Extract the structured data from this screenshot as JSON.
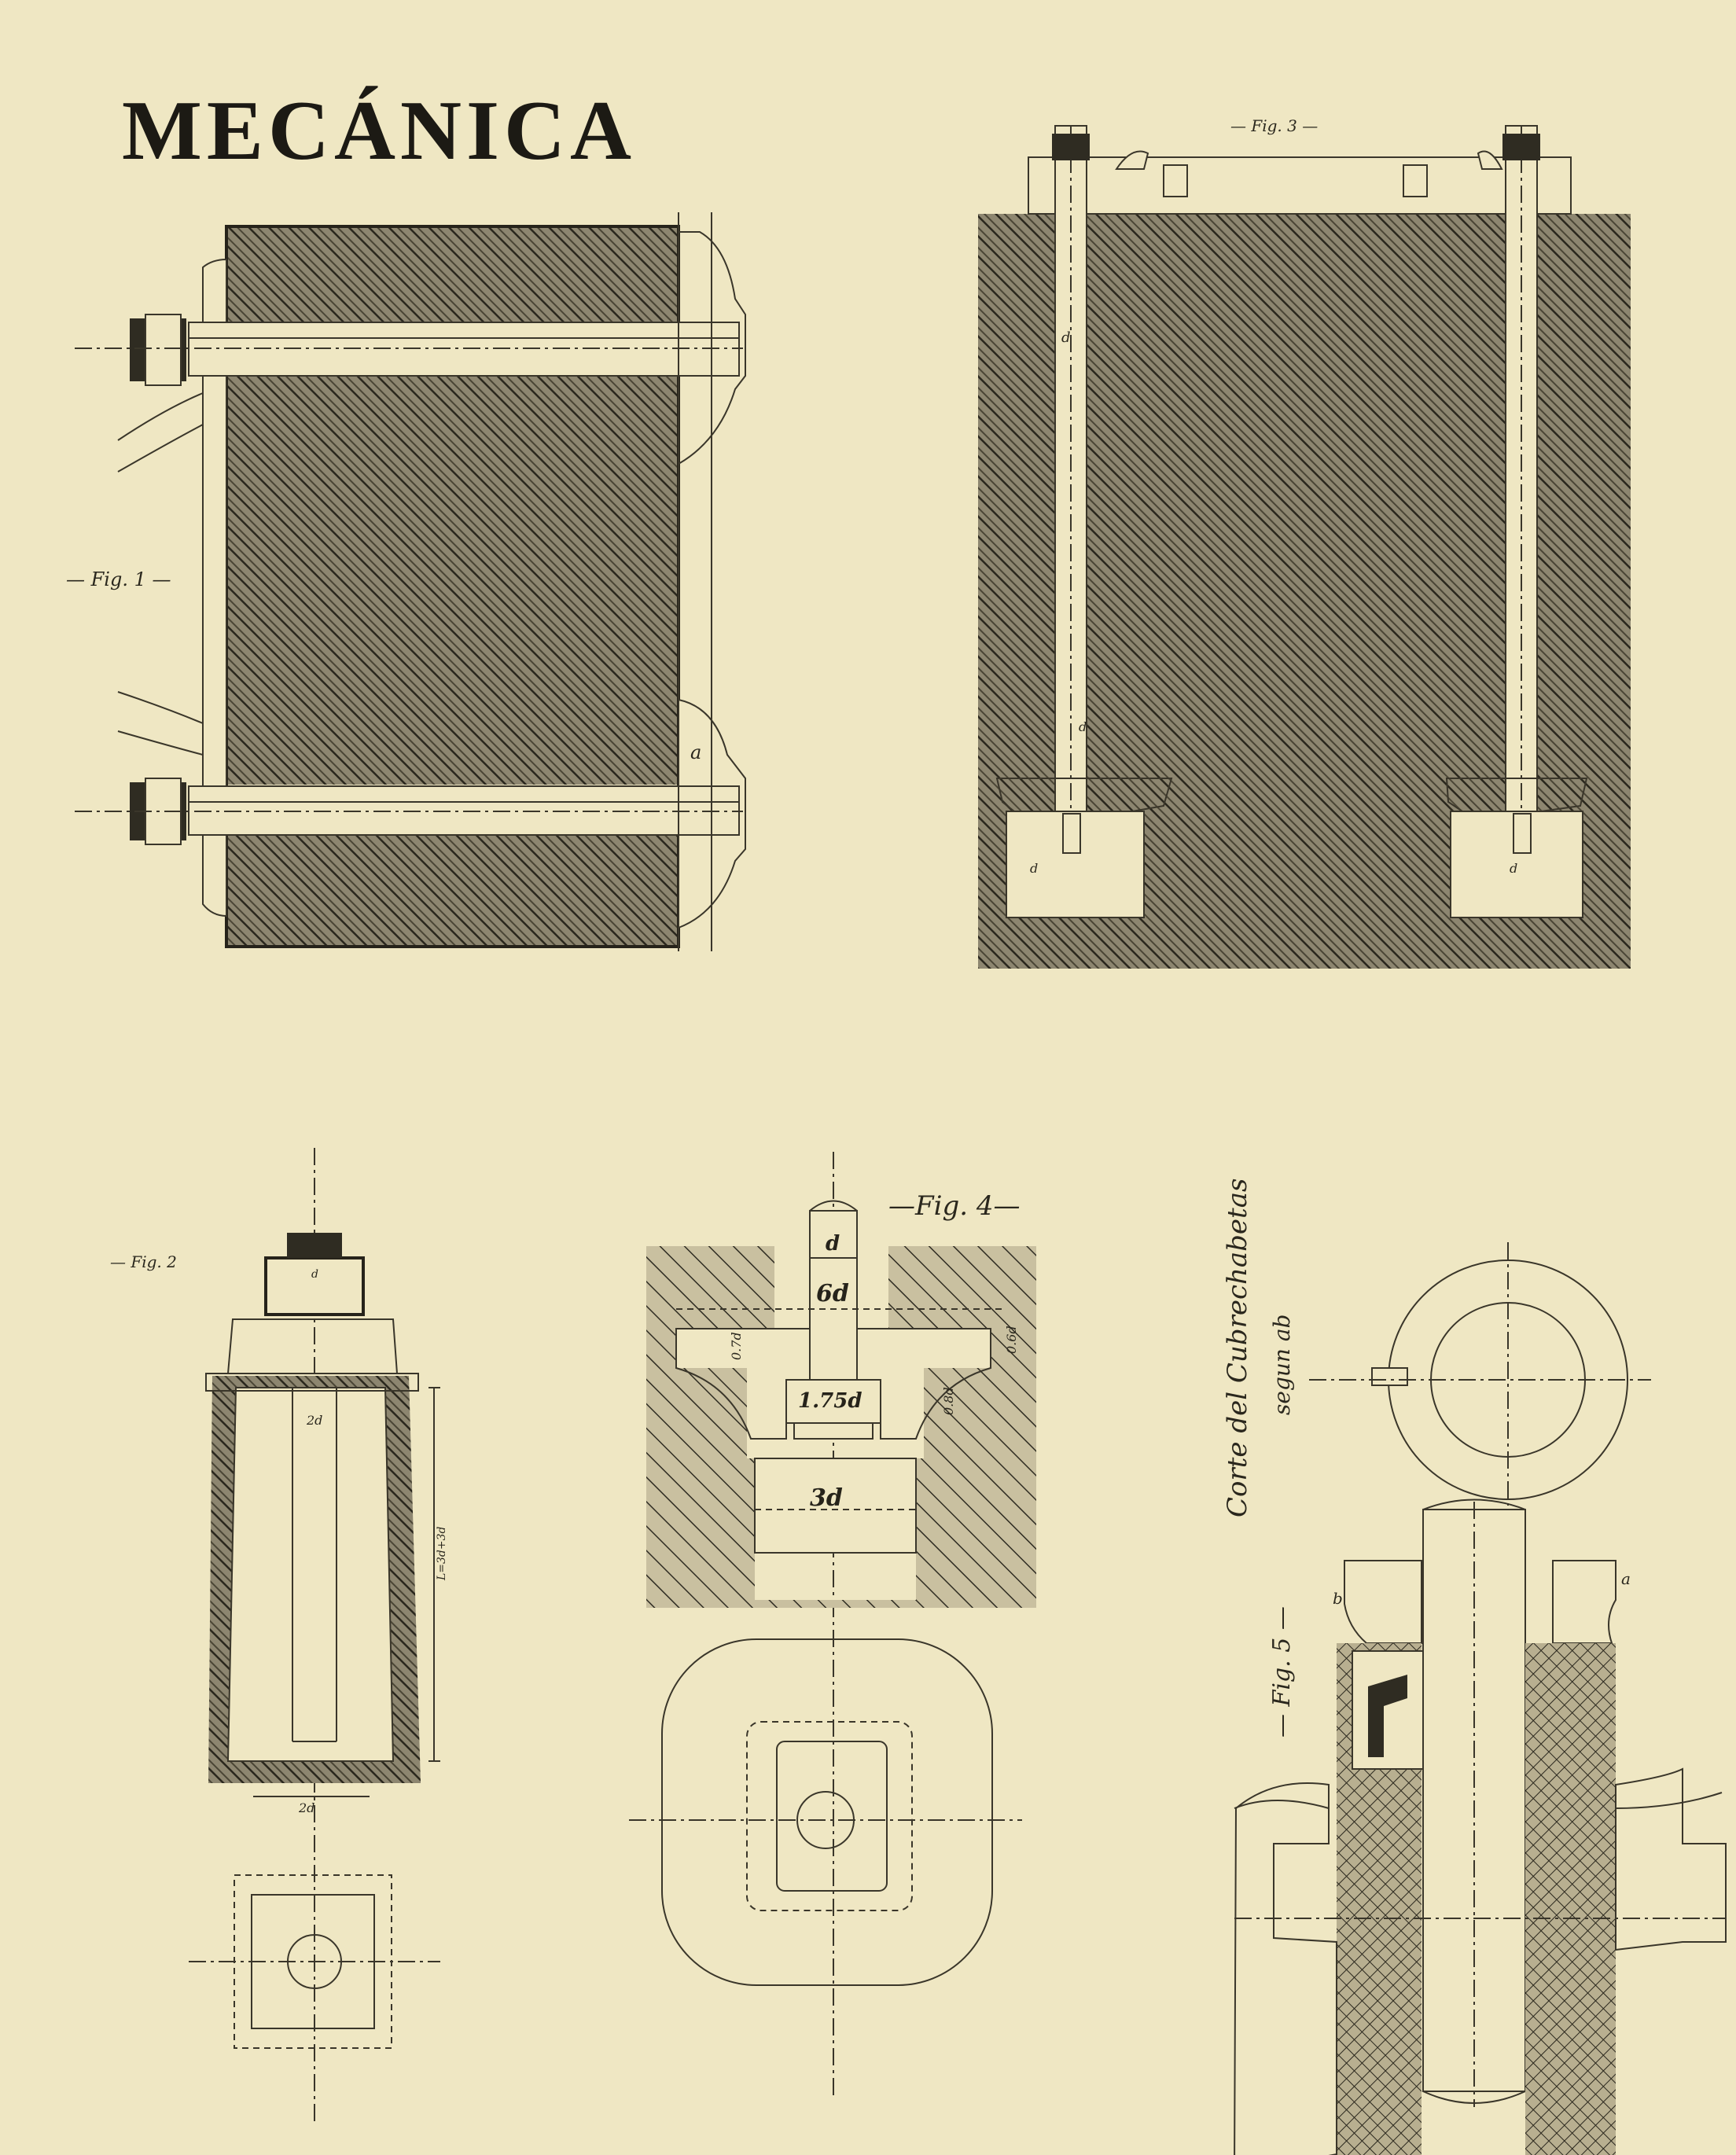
{
  "page": {
    "title": "MECÁNICA"
  },
  "figures": {
    "fig1": {
      "label": "— Fig. 1 —",
      "letters": {
        "a": "a"
      }
    },
    "fig3": {
      "label": "— Fig. 3 —",
      "letters": {
        "d": "d",
        "d1": "d",
        "d2": "d",
        "d3": "d"
      }
    },
    "fig2": {
      "label": "— Fig. 2",
      "letters": {
        "d": "d",
        "two_d": "2d",
        "side": "L=3d+3d",
        "bottom": "2d"
      }
    },
    "fig4": {
      "label": "—Fig. 4—",
      "dims": {
        "d": "d",
        "six_d": "6d",
        "one75d": "1.75d",
        "three_d": "3d",
        "od_right": "0.6d",
        "od_left": "0.7d",
        "od_inner": "0.8d"
      }
    },
    "fig5": {
      "label": "— Fig. 5 —",
      "section_title": "Corte del Cubrechabetas",
      "section_subtitle": "segun ab",
      "letters": {
        "a": "a",
        "b": "b"
      }
    }
  }
}
